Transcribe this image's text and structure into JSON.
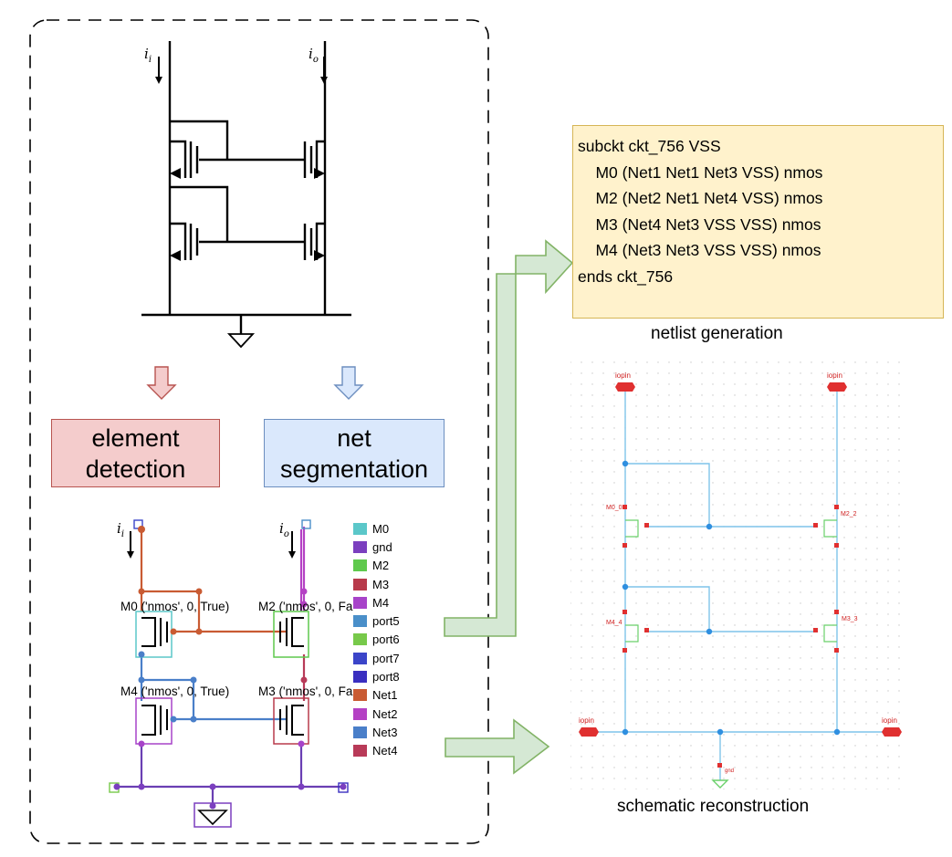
{
  "process": {
    "element_detection": "element\ndetection",
    "net_segmentation": "net\nsegmentation"
  },
  "netlist": {
    "lines": [
      "subckt ckt_756 VSS",
      "    M0 (Net1 Net1 Net3 VSS) nmos",
      "    M2 (Net2 Net1 Net4 VSS) nmos",
      "    M3 (Net4 Net3 VSS VSS) nmos",
      "    M4 (Net3 Net3 VSS VSS) nmos",
      "ends ckt_756"
    ],
    "caption": "netlist generation"
  },
  "schematic": {
    "caption": "schematic reconstruction",
    "pin_labels": [
      "iopin",
      "iopin",
      "iopin",
      "iopin"
    ],
    "gnd_label": "gnd",
    "instances": [
      "M0_0",
      "M2_2",
      "M4_4",
      "M3_3"
    ]
  },
  "currents": {
    "top_left": {
      "base": "i",
      "sub": "i"
    },
    "top_right": {
      "base": "i",
      "sub": "o"
    },
    "bottom_left": {
      "base": "i",
      "sub": "i"
    },
    "bottom_right": {
      "base": "i",
      "sub": "o"
    }
  },
  "detections": {
    "m0": "M0 ('nmos', 0, True)",
    "m2": "M2 ('nmos', 0, Fa",
    "m4": "M4 ('nmos', 0, True)",
    "m3": "M3 ('nmos', 0, Fa"
  },
  "legend": [
    {
      "label": "M0",
      "color": "#5bc7c9"
    },
    {
      "label": "gnd",
      "color": "#7b3fbf"
    },
    {
      "label": "M2",
      "color": "#5fc94d"
    },
    {
      "label": "M3",
      "color": "#b83a4b"
    },
    {
      "label": "M4",
      "color": "#a743c9"
    },
    {
      "label": "port5",
      "color": "#4a8fc9"
    },
    {
      "label": "port6",
      "color": "#77c94a"
    },
    {
      "label": "port7",
      "color": "#3b45c9"
    },
    {
      "label": "port8",
      "color": "#3a2fc0"
    },
    {
      "label": "Net1",
      "color": "#c95b33"
    },
    {
      "label": "Net2",
      "color": "#b441c4"
    },
    {
      "label": "Net3",
      "color": "#4a7fc9"
    },
    {
      "label": "Net4",
      "color": "#b83a58"
    }
  ],
  "colors": {
    "detect_fill": "#f4cccc",
    "segment_fill": "#dae8fc",
    "netlist_fill": "#fff2cc",
    "green_arrow": "#d5e8d4",
    "wire_blue": "#7fc4ea",
    "pin_red": "#e03030"
  }
}
